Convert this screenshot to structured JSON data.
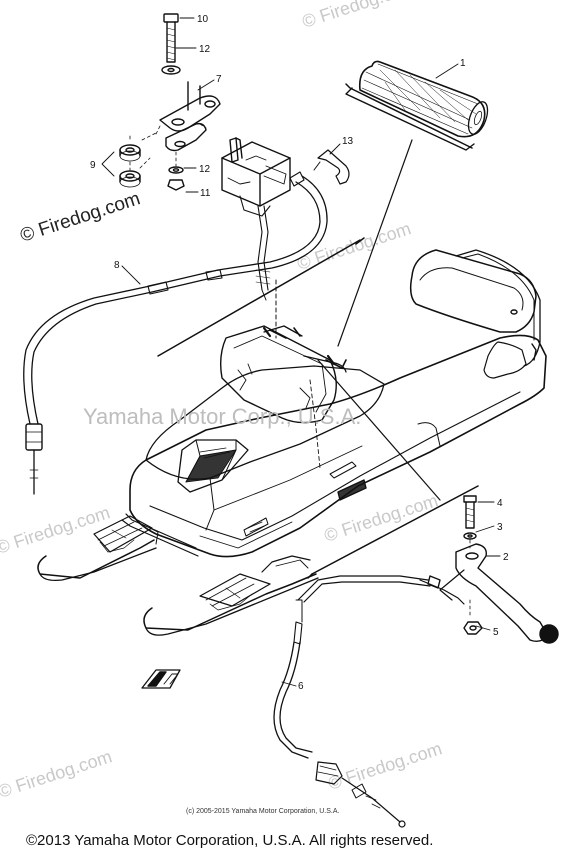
{
  "watermarks": {
    "main": "© Firedog.com",
    "faint": "© Firedog.com",
    "center": "Yamaha Motor Corp., U.S.A."
  },
  "copyright_small": "(c) 2005-2015 Yamaha Motor Corporation, U.S.A.",
  "footer": "©2013 Yamaha Motor Corporation, U.S.A. All rights reserved.",
  "callouts": {
    "c1": "1",
    "c2": "2",
    "c3": "3",
    "c4": "4",
    "c5": "5",
    "c6": "6",
    "c7": "7",
    "c8": "8",
    "c9": "9",
    "c10": "10",
    "c11": "11",
    "c12a": "12",
    "c12b": "12",
    "c13": "13"
  },
  "colors": {
    "line": "#111111",
    "watermark": "#c9c9c9"
  }
}
